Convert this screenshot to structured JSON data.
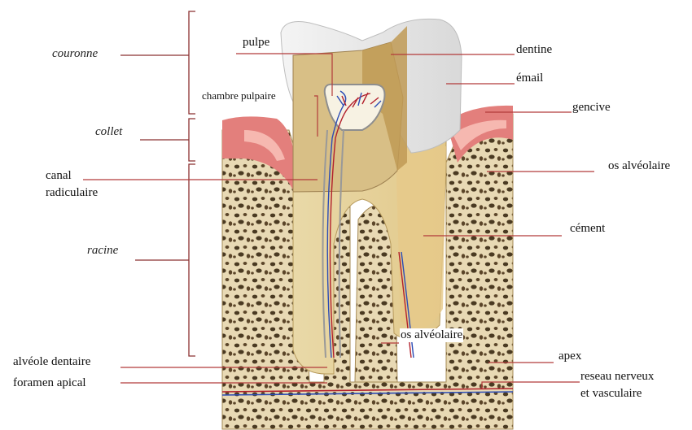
{
  "zones": {
    "couronne": "couronne",
    "collet": "collet",
    "racine": "racine"
  },
  "labels": {
    "pulpe": "pulpe",
    "chambre_pulpaire": "chambre pulpaire",
    "canal_radiculaire_1": "canal",
    "canal_radiculaire_2": "radiculaire",
    "alveole_dentaire": "alvéole dentaire",
    "foramen_apical": "foramen apical",
    "dentine": "dentine",
    "email": "émail",
    "gencive": "gencive",
    "os_alveolaire_right": "os alvéolaire",
    "cement": "cément",
    "os_alveolaire_center": "os alvéolaire",
    "apex": "apex",
    "reseau_1": "reseau nerveux",
    "reseau_2": "et vasculaire"
  },
  "colors": {
    "bone": "#e8d9b4",
    "bone_hole": "#4a3a22",
    "gum": "#e37f7c",
    "gum_light": "#f6b8b0",
    "enamel": "#f1f1f1",
    "dentin": "#c9a668",
    "root": "#f0e3bd",
    "pulp": "#f7f2e3",
    "leader": "#b23a3a"
  }
}
